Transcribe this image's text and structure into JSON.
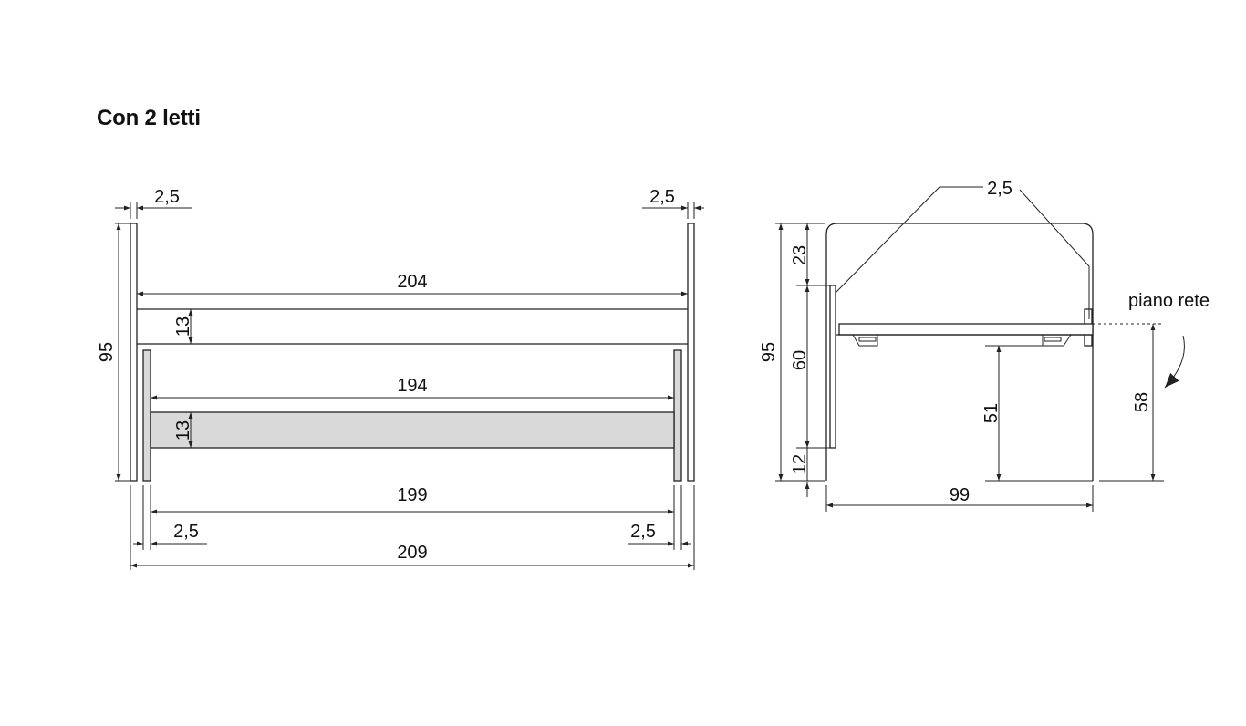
{
  "title": "Con 2 letti",
  "front_view": {
    "dim_top_left": "2,5",
    "dim_top_right": "2,5",
    "dim_upper_width": "204",
    "dim_upper_rail": "13",
    "dim_height": "95",
    "dim_middle_width": "194",
    "dim_lower_rail": "13",
    "dim_lower_width": "199",
    "dim_bottom_left": "2,5",
    "dim_bottom_right": "2,5",
    "dim_total_width": "209"
  },
  "side_view": {
    "dim_panel": "2,5",
    "dim_top": "23",
    "dim_height": "95",
    "dim_middle": "60",
    "dim_bottom": "12",
    "dim_inner_height": "51",
    "dim_depth": "99",
    "dim_rete_height": "58",
    "label_rete": "piano rete"
  }
}
